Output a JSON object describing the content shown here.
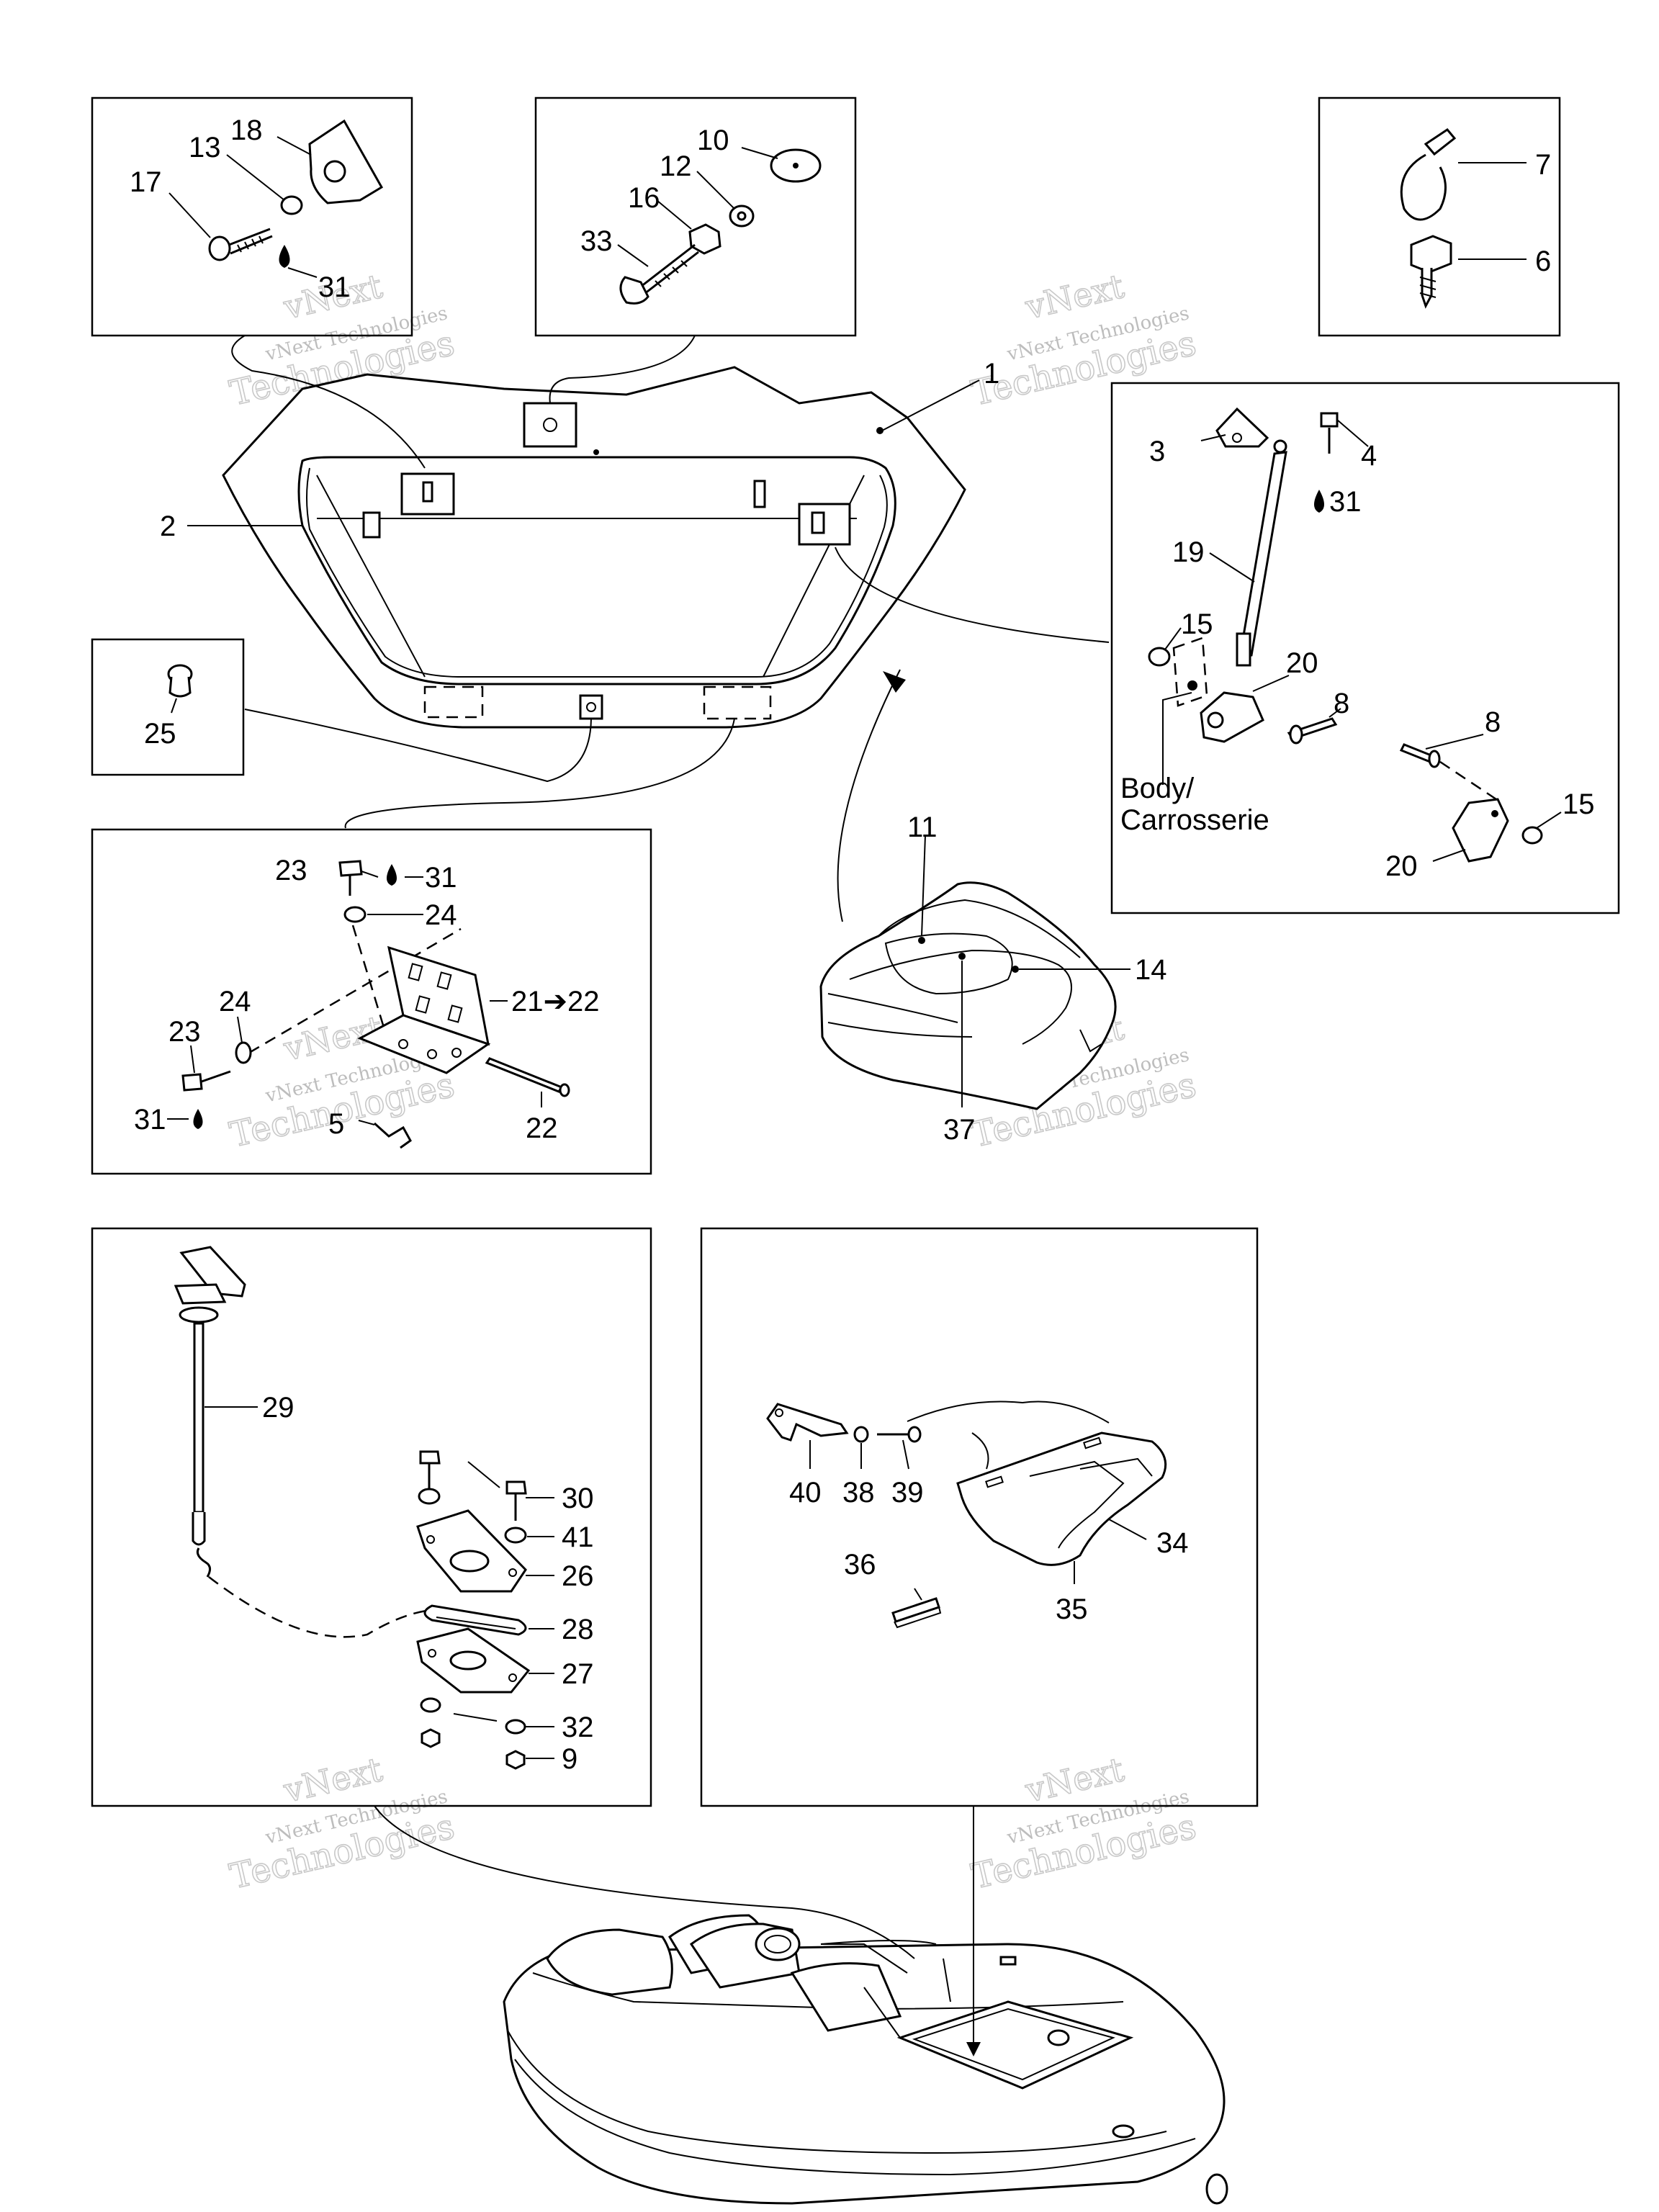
{
  "callouts": {
    "c1": "1",
    "c2": "2",
    "c3": "3",
    "c4": "4",
    "c5": "5",
    "c6": "6",
    "c7": "7",
    "c8a": "8",
    "c8b": "8",
    "c9": "9",
    "c10": "10",
    "c11": "11",
    "c12": "12",
    "c13": "13",
    "c14": "14",
    "c15a": "15",
    "c15b": "15",
    "c16": "16",
    "c17": "17",
    "c18": "18",
    "c19": "19",
    "c20a": "20",
    "c20b": "20",
    "c21": "21➔22",
    "c22": "22",
    "c23a": "23",
    "c23b": "23",
    "c24a": "24",
    "c24b": "24",
    "c25": "25",
    "c26": "26",
    "c27": "27",
    "c28": "28",
    "c29": "29",
    "c30": "30",
    "c31a": "31",
    "c31b": "31",
    "c31c": "31",
    "c31d": "31",
    "c32": "32",
    "c33": "33",
    "c34": "34",
    "c35": "35",
    "c36": "36",
    "c37": "37",
    "c38": "38",
    "c39": "39",
    "c40": "40",
    "c41": "41"
  },
  "body_label_line1": "Body/",
  "body_label_line2": "Carrosserie",
  "watermark": {
    "line1": "vNext",
    "line2": "vNext Technologies",
    "line3": "Technologies"
  },
  "colors": {
    "line": "#000000",
    "watermark": "#c9c9c9",
    "background": "#ffffff"
  }
}
